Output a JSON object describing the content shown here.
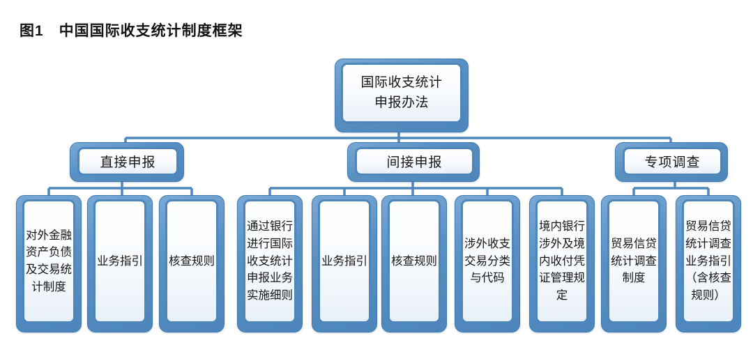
{
  "title": "图1　中国国际收支统计制度框架",
  "colors": {
    "connector": "#4e87bb",
    "box_backing": "#5a91c4",
    "box_border": "#4c86bb",
    "box_fill": "#f5f9fd",
    "text": "#151515"
  },
  "chart_type": "hierarchy-diagram",
  "tree": {
    "root": {
      "label": "国际收支统计\n申报办法"
    },
    "branches": [
      {
        "label": "直接申报",
        "children": [
          "对外金融\n资产负债\n及交易统\n计制度",
          "业务指引",
          "核查规则"
        ]
      },
      {
        "label": "间接申报",
        "children": [
          "通过银行\n进行国际\n收支统计\n申报业务\n实施细则",
          "业务指引",
          "核查规则",
          "涉外收支\n交易分类\n与代码",
          "境内银行\n涉外及境\n内收付凭\n证管理规\n定"
        ]
      },
      {
        "label": "专项调查",
        "children": [
          "贸易信贷\n统计调查\n制度",
          "贸易信贷\n统计调查\n业务指引\n（含核查\n规则）"
        ]
      }
    ]
  }
}
